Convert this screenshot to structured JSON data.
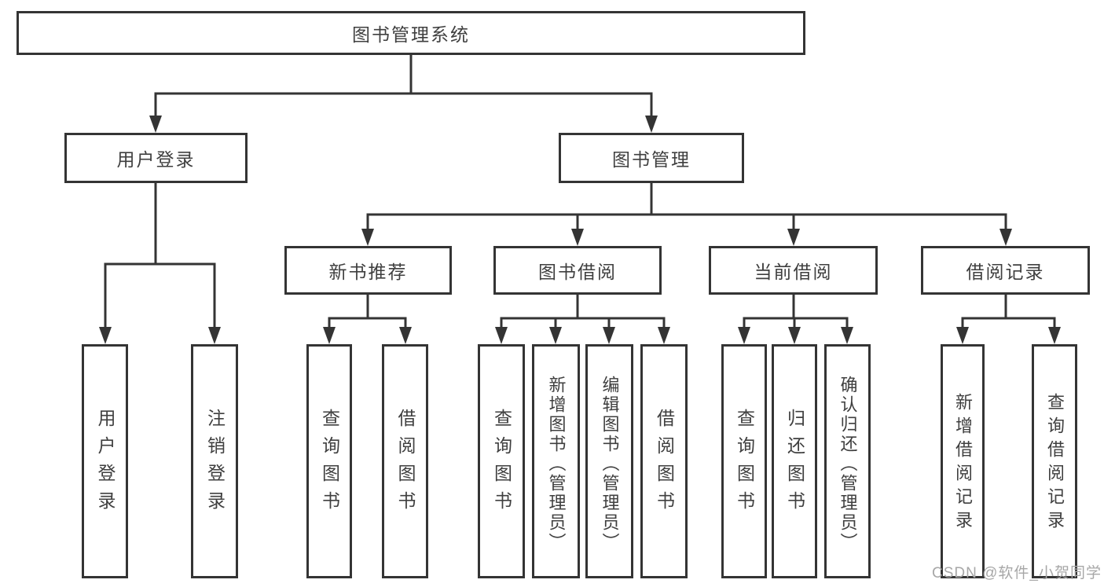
{
  "diagram": {
    "root": {
      "label": "图书管理系统"
    },
    "level2": [
      {
        "label": "用户登录"
      },
      {
        "label": "图书管理"
      }
    ],
    "level3": [
      {
        "label": "新书推荐"
      },
      {
        "label": "图书借阅"
      },
      {
        "label": "当前借阅"
      },
      {
        "label": "借阅记录"
      }
    ],
    "leaves": {
      "user_login": [
        "用户登录",
        "注销登录"
      ],
      "new_book": [
        "查询图书",
        "借阅图书"
      ],
      "borrow": [
        "查询图书",
        "新增图书（管理员）",
        "编辑图书（管理员）",
        "借阅图书"
      ],
      "current": [
        "查询图书",
        "归还图书",
        "确认归还（管理员）"
      ],
      "records": [
        "新增借阅记录",
        "查询借阅记录"
      ]
    }
  },
  "watermark": {
    "text": "CSDN @软件_小贺同学"
  },
  "colors": {
    "line": "#343434",
    "text": "#3f3f3f",
    "watermark": "#a7a7a7",
    "background": "#ffffff"
  }
}
